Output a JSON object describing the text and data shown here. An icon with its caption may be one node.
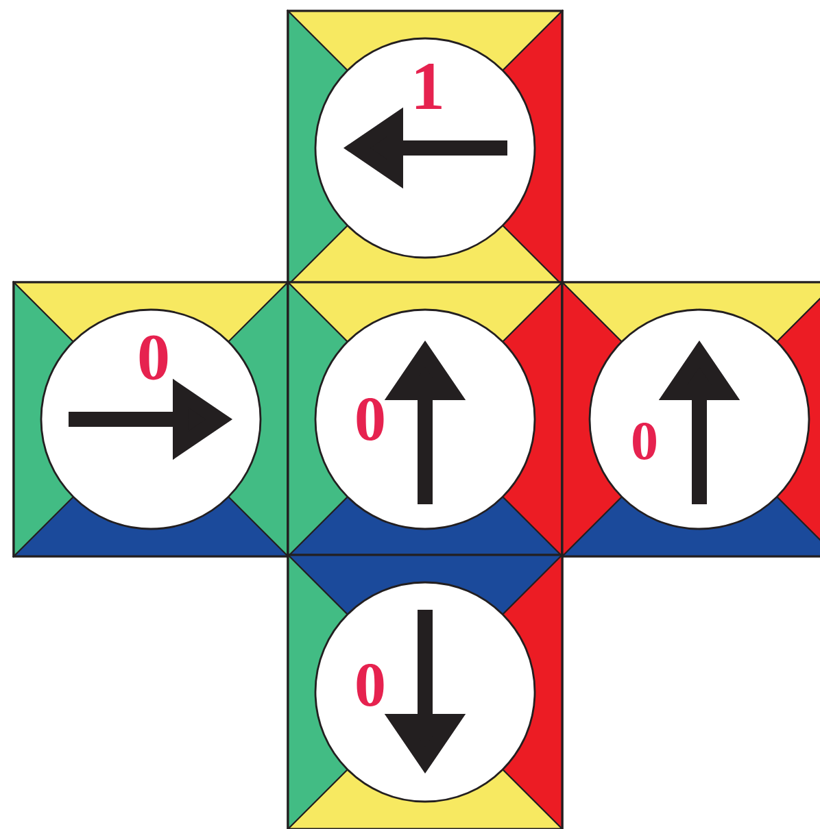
{
  "diagram": {
    "nodes": [
      {
        "text": [
          "1"
        ]
      },
      {
        "text": [
          "0"
        ]
      },
      {
        "text": [
          "0"
        ]
      },
      {
        "text": [
          "0"
        ]
      },
      {
        "text": [
          "0"
        ]
      }
    ]
  }
}
